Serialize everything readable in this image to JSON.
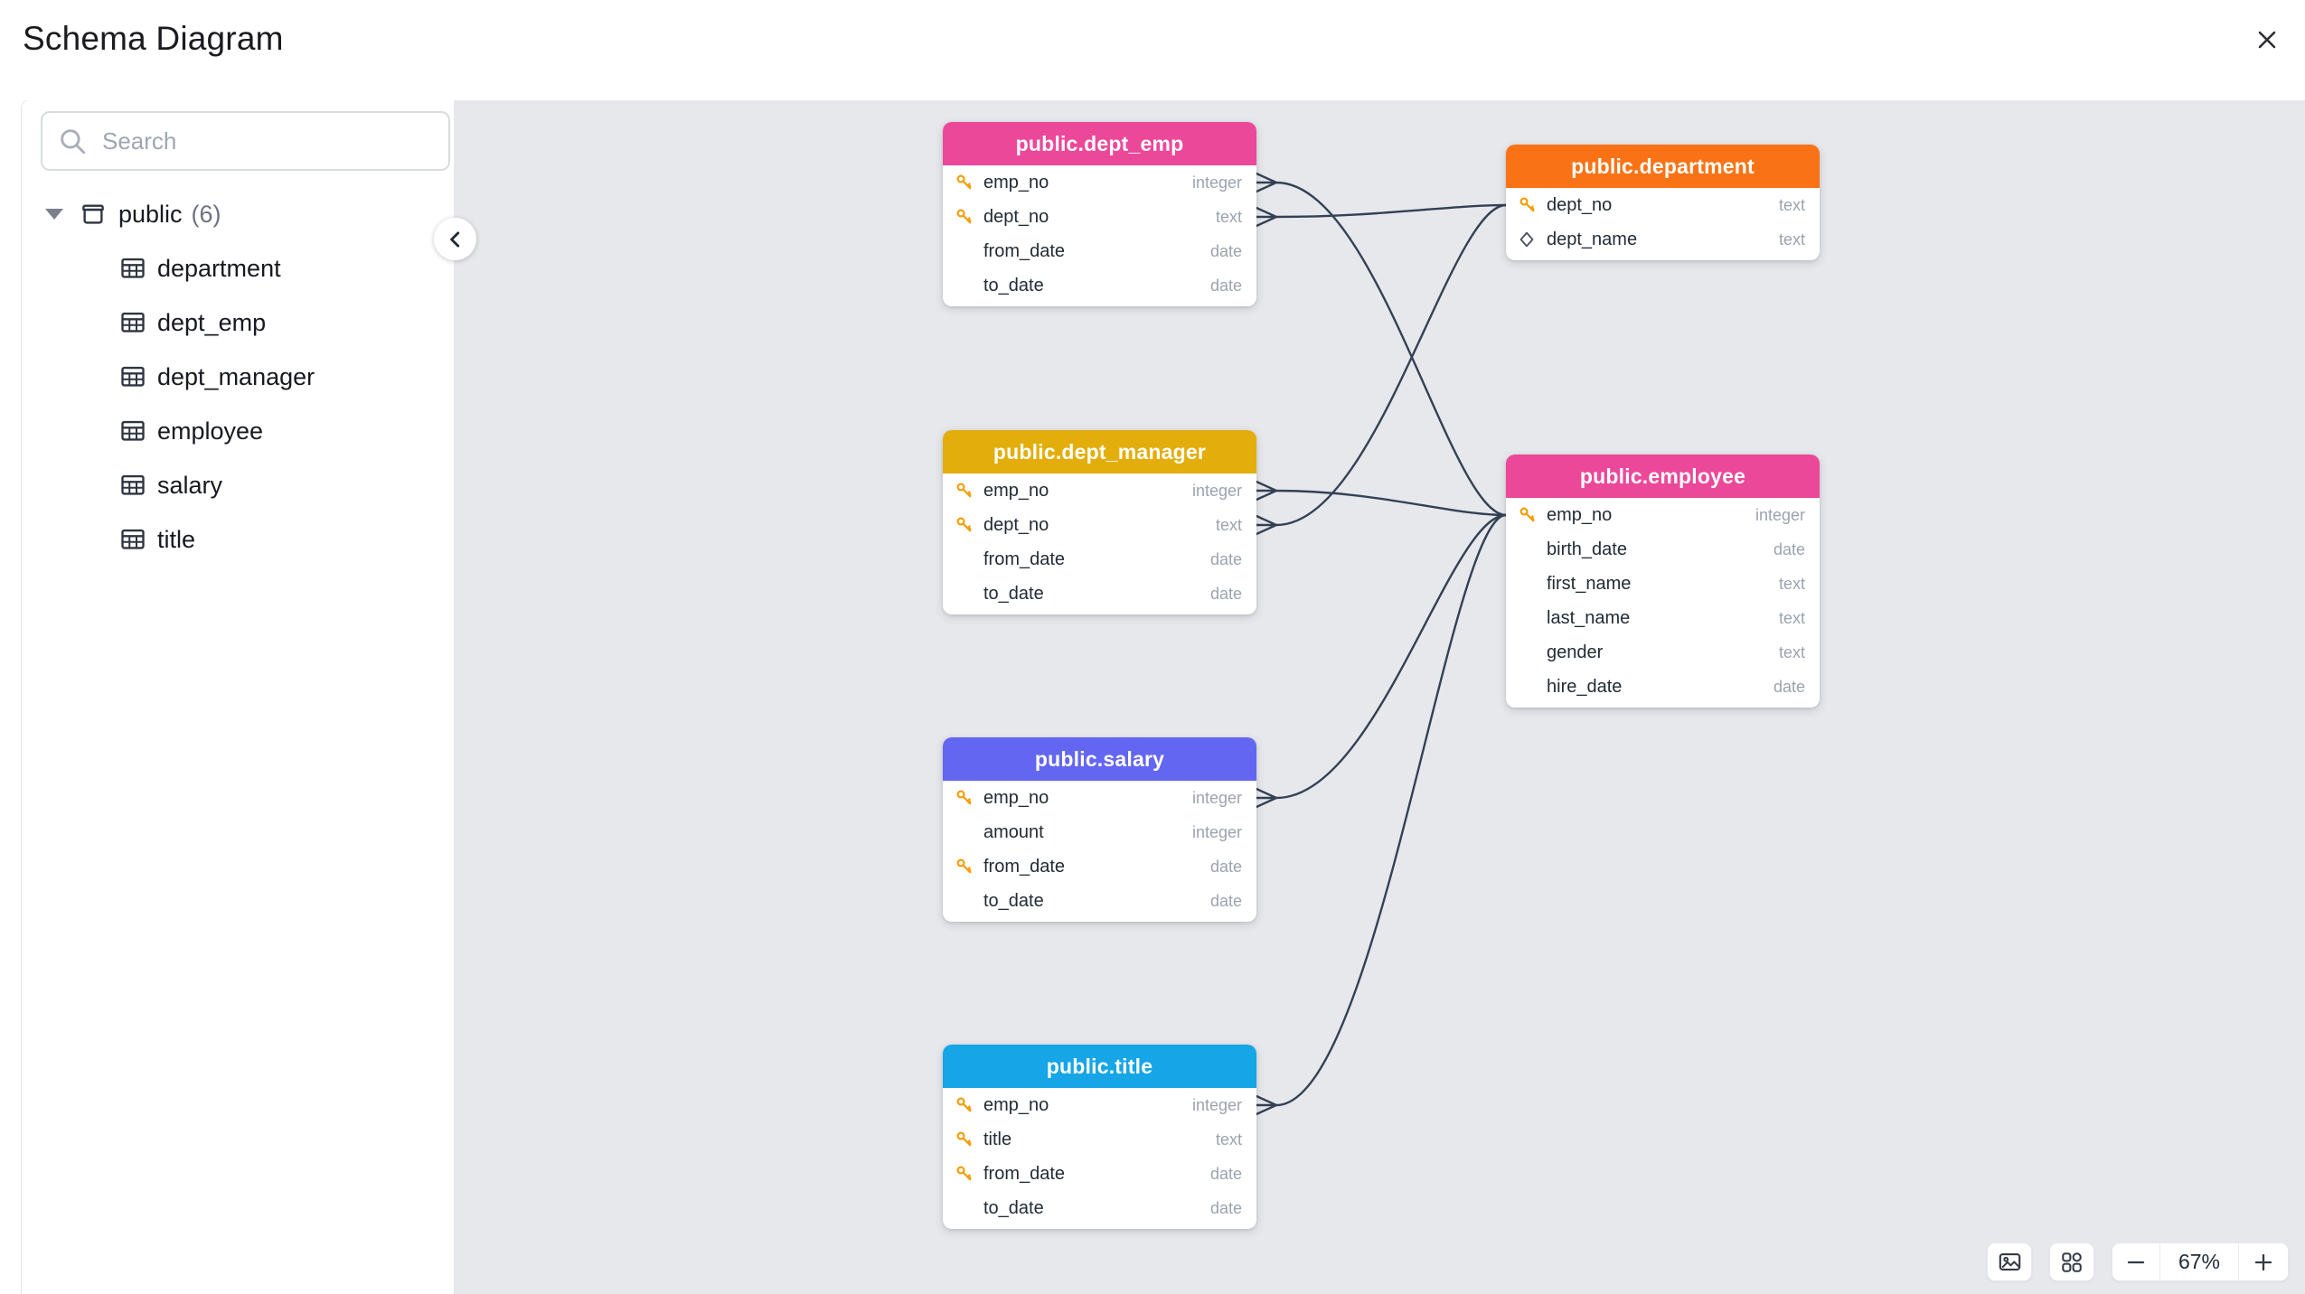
{
  "header": {
    "title": "Schema Diagram"
  },
  "sidebar": {
    "search": {
      "placeholder": "Search"
    },
    "tree": {
      "schema_label": "public",
      "schema_count": "(6)",
      "tables": [
        "department",
        "dept_emp",
        "dept_manager",
        "employee",
        "salary",
        "title"
      ]
    }
  },
  "canvas": {
    "tables": [
      {
        "id": "dept_emp",
        "title": "public.dept_emp",
        "header_color": "#EC4899",
        "columns": [
          {
            "name": "emp_no",
            "type": "integer",
            "icon": "key"
          },
          {
            "name": "dept_no",
            "type": "text",
            "icon": "key"
          },
          {
            "name": "from_date",
            "type": "date",
            "icon": null
          },
          {
            "name": "to_date",
            "type": "date",
            "icon": null
          }
        ]
      },
      {
        "id": "department",
        "title": "public.department",
        "header_color": "#F97316",
        "columns": [
          {
            "name": "dept_no",
            "type": "text",
            "icon": "key"
          },
          {
            "name": "dept_name",
            "type": "text",
            "icon": "diamond"
          }
        ]
      },
      {
        "id": "dept_manager",
        "title": "public.dept_manager",
        "header_color": "#E3AE0C",
        "columns": [
          {
            "name": "emp_no",
            "type": "integer",
            "icon": "key"
          },
          {
            "name": "dept_no",
            "type": "text",
            "icon": "key"
          },
          {
            "name": "from_date",
            "type": "date",
            "icon": null
          },
          {
            "name": "to_date",
            "type": "date",
            "icon": null
          }
        ]
      },
      {
        "id": "employee",
        "title": "public.employee",
        "header_color": "#EC4899",
        "columns": [
          {
            "name": "emp_no",
            "type": "integer",
            "icon": "key"
          },
          {
            "name": "birth_date",
            "type": "date",
            "icon": null
          },
          {
            "name": "first_name",
            "type": "text",
            "icon": null
          },
          {
            "name": "last_name",
            "type": "text",
            "icon": null
          },
          {
            "name": "gender",
            "type": "text",
            "icon": null
          },
          {
            "name": "hire_date",
            "type": "date",
            "icon": null
          }
        ]
      },
      {
        "id": "salary",
        "title": "public.salary",
        "header_color": "#6366F1",
        "columns": [
          {
            "name": "emp_no",
            "type": "integer",
            "icon": "key"
          },
          {
            "name": "amount",
            "type": "integer",
            "icon": null
          },
          {
            "name": "from_date",
            "type": "date",
            "icon": "key"
          },
          {
            "name": "to_date",
            "type": "date",
            "icon": null
          }
        ]
      },
      {
        "id": "title",
        "title": "public.title",
        "header_color": "#16A5E6",
        "columns": [
          {
            "name": "emp_no",
            "type": "integer",
            "icon": "key"
          },
          {
            "name": "title",
            "type": "text",
            "icon": "key"
          },
          {
            "name": "from_date",
            "type": "date",
            "icon": "key"
          },
          {
            "name": "to_date",
            "type": "date",
            "icon": null
          }
        ]
      }
    ],
    "relationships": [
      {
        "from": "dept_emp.emp_no",
        "to": "employee.emp_no"
      },
      {
        "from": "dept_emp.dept_no",
        "to": "department.dept_no"
      },
      {
        "from": "dept_manager.emp_no",
        "to": "employee.emp_no"
      },
      {
        "from": "dept_manager.dept_no",
        "to": "department.dept_no"
      },
      {
        "from": "salary.emp_no",
        "to": "employee.emp_no"
      },
      {
        "from": "title.emp_no",
        "to": "employee.emp_no"
      }
    ]
  },
  "controls": {
    "zoom_level": "67%"
  },
  "colors": {
    "canvas_bg": "#E7E8EC",
    "edge": "#334155",
    "key_icon": "#F59E0B"
  }
}
